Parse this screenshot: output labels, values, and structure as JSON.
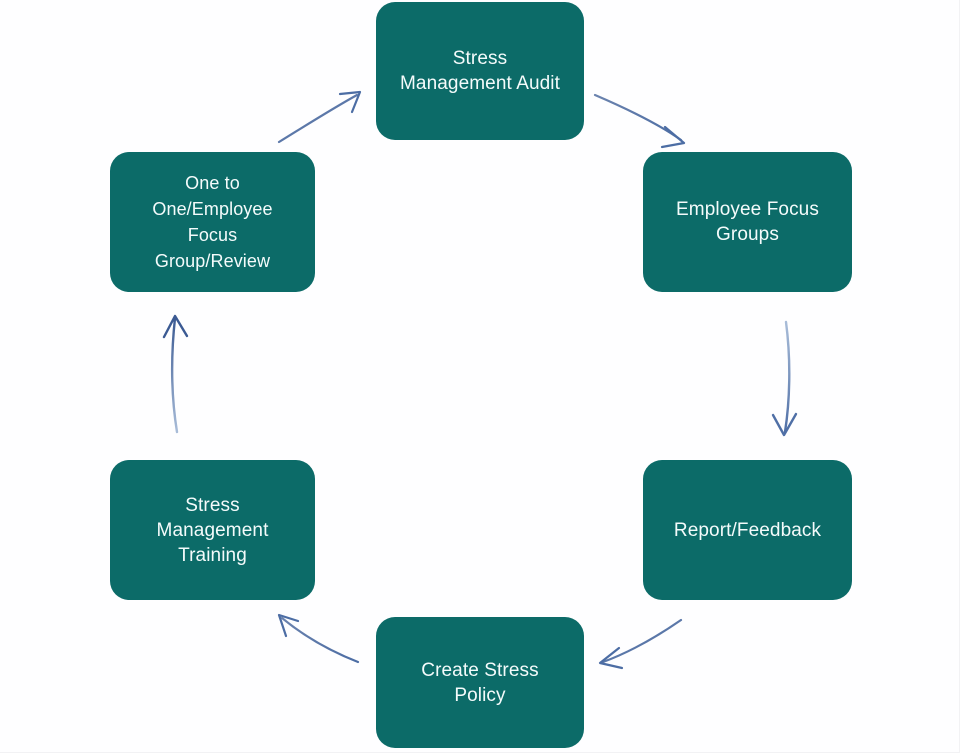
{
  "diagram": {
    "type": "cycle",
    "direction": "clockwise",
    "node_count": 6,
    "arrow_count": 6,
    "colors": {
      "node_fill": "#0c6b68",
      "node_text": "#f4fbfb",
      "arrow": "#5b77a6",
      "background": "#fefeff"
    },
    "nodes": [
      {
        "id": "stress-management-audit",
        "label": "Stress\nManagement Audit",
        "position": "top"
      },
      {
        "id": "employee-focus-groups",
        "label": "Employee Focus\nGroups",
        "position": "top-right"
      },
      {
        "id": "report-feedback",
        "label": "Report/Feedback",
        "position": "bottom-right"
      },
      {
        "id": "create-stress-policy",
        "label": "Create Stress\nPolicy",
        "position": "bottom"
      },
      {
        "id": "stress-management-training",
        "label": "Stress\nManagement\nTraining",
        "position": "bottom-left"
      },
      {
        "id": "one-to-one-employee-focus-group-review",
        "label": "One to\nOne/Employee\nFocus\nGroup/Review",
        "position": "top-left"
      }
    ],
    "arrows": [
      {
        "id": "arrow-audit-to-focus-groups",
        "from": "stress-management-audit",
        "to": "employee-focus-groups"
      },
      {
        "id": "arrow-focus-groups-to-report",
        "from": "employee-focus-groups",
        "to": "report-feedback"
      },
      {
        "id": "arrow-report-to-policy",
        "from": "report-feedback",
        "to": "create-stress-policy"
      },
      {
        "id": "arrow-policy-to-training",
        "from": "create-stress-policy",
        "to": "stress-management-training"
      },
      {
        "id": "arrow-training-to-one-to-one",
        "from": "stress-management-training",
        "to": "one-to-one-employee-focus-group-review"
      },
      {
        "id": "arrow-one-to-one-to-audit",
        "from": "one-to-one-employee-focus-group-review",
        "to": "stress-management-audit"
      }
    ]
  }
}
